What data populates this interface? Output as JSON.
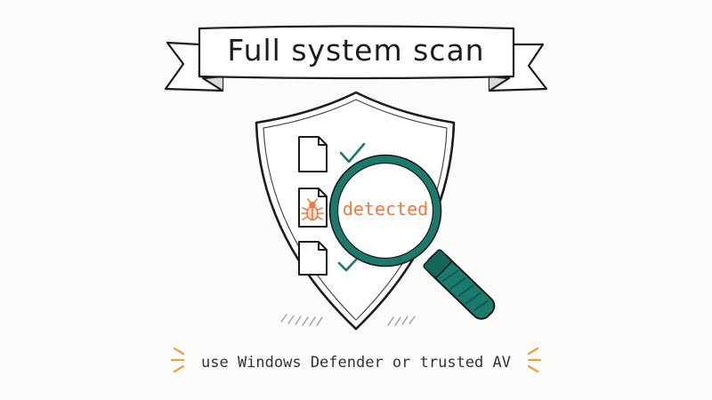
{
  "banner": {
    "title": "Full system scan"
  },
  "scan_list": {
    "items": [
      {
        "icon": "document-icon",
        "status": "check-icon"
      },
      {
        "icon": "bug-document-icon",
        "status": "detected"
      },
      {
        "icon": "document-icon",
        "status": "check-icon"
      }
    ]
  },
  "magnifier": {
    "label": "detected"
  },
  "caption": {
    "text": "use Windows Defender or trusted AV"
  },
  "colors": {
    "ink": "#1c1c1c",
    "teal": "#1a7a6c",
    "orange": "#ee7a3f",
    "accent_yellow": "#e8a23a"
  }
}
